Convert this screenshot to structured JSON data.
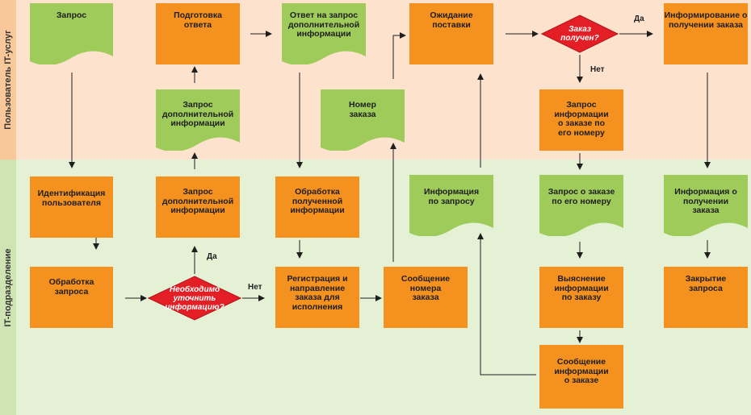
{
  "lanes": {
    "top": "Пользователь IT-услуг",
    "bottom": "IT-подразделение"
  },
  "nodes": {
    "request": "Запрос",
    "prepare_answer": "Подготовка ответа",
    "answer_additional": "Ответ на запрос дополнительной информации",
    "waiting_delivery": "Ожидание поставки",
    "order_received": "Заказ получен?",
    "inform_received_top": "Информирование о получении заказа",
    "request_additional_top": "Запрос дополнительной информации",
    "order_number": "Номер заказа",
    "request_by_number": "Запрос информации о заказе по его номеру",
    "identify_user": "Идентификация пользователя",
    "request_additional_bottom": "Запрос дополнительной информации",
    "process_received": "Обработка полученной информации",
    "info_on_request": "Информация по запросу",
    "order_request_by_number": "Запрос о заказе по его номеру",
    "info_receipt": "Информация о получении заказа",
    "process_request": "Обработка запроса",
    "need_info": "Необходимо уточнить информацию?",
    "registration": "Регистрация и направление заказа для исполнения",
    "order_number_msg": "Сообщение номера заказа",
    "clarify_info": "Выяснение информации по заказу",
    "close_request": "Закрытие запроса",
    "order_info_msg": "Сообщение информации о заказе"
  },
  "labels": {
    "yes1": "Да",
    "no1": "Нет",
    "yes2": "Да",
    "no2": "Нет"
  },
  "colors": {
    "orange": "#f5911f",
    "green": "#9ecb5a",
    "decision": "#e31e24",
    "lane_top": "#fde3cd",
    "lane_bottom": "#e4f1d5"
  }
}
